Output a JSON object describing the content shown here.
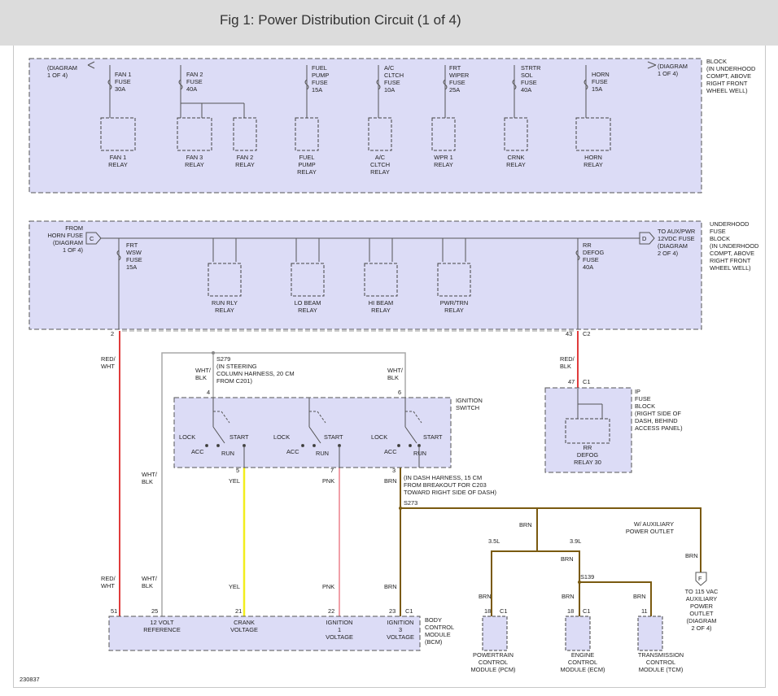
{
  "header": {
    "title": "Fig 1: Power Distribution Circuit (1 of 4)"
  },
  "top_box": {
    "left_partial": "(DIAGRAM\n1 OF 4)",
    "right_note": "(DIAGRAM\n1 OF 4)",
    "right_partial": "BLOCK\n(IN UNDERHOOD\nCOMPT, ABOVE\nRIGHT FRONT\nWHEEL WELL)",
    "fuses": [
      {
        "label": "FAN 1\nFUSE\n30A"
      },
      {
        "label": "FAN 2\nFUSE\n40A"
      },
      {
        "label": "FUEL\nPUMP\nFUSE\n15A"
      },
      {
        "label": "A/C\nCLTCH\nFUSE\n10A"
      },
      {
        "label": "FRT\nWIPER\nFUSE\n25A"
      },
      {
        "label": "STRTR\nSOL\nFUSE\n40A"
      },
      {
        "label": "HORN\nFUSE\n15A"
      }
    ],
    "relays": [
      {
        "label": "FAN 1\nRELAY"
      },
      {
        "label": "FAN 3\nRELAY"
      },
      {
        "label": "FAN 2\nRELAY"
      },
      {
        "label": "FUEL\nPUMP\nRELAY"
      },
      {
        "label": "A/C\nCLTCH\nRELAY"
      },
      {
        "label": "WPR 1\nRELAY"
      },
      {
        "label": "CRNK\nRELAY"
      },
      {
        "label": "HORN\nRELAY"
      }
    ]
  },
  "mid_box": {
    "from_label": "FROM\nHORN FUSE\n(DIAGRAM\n1 OF 4)",
    "conn_c": "C",
    "conn_d": "D",
    "to_label": "TO AUX/PWR\n12VDC FUSE\n(DIAGRAM\n2 OF 4)",
    "block_label": "UNDERHOOD\nFUSE\nBLOCK\n(IN UNDERHOOD\nCOMPT, ABOVE\nRIGHT FRONT\nWHEEL WELL)",
    "wsw_fuse": "FRT\nWSW\nFUSE\n15A",
    "defog_fuse": "RR\nDEFOG\nFUSE\n40A",
    "relays": [
      {
        "label": "RUN RLY\nRELAY"
      },
      {
        "label": "LO BEAM\nRELAY"
      },
      {
        "label": "HI BEAM\nRELAY"
      },
      {
        "label": "PWR/TRN\nRELAY"
      }
    ]
  },
  "pins": {
    "p2": "2",
    "p43": "43",
    "c2": "C2",
    "p47": "47",
    "c1a": "C1",
    "p4": "4",
    "p6": "6",
    "p5": "5",
    "p7": "7",
    "p3": "3",
    "p51": "51",
    "p25": "25",
    "p21": "21",
    "p22": "22",
    "p23": "23",
    "c1b": "C1",
    "p18a": "18",
    "c1c": "C1",
    "p18b": "18",
    "c1d": "C1",
    "p11": "11"
  },
  "wires": {
    "red_wht_top": "RED/\nWHT",
    "red_blk": "RED/\nBLK",
    "wht_blk_left": "WHT/\nBLK",
    "wht_blk_right": "WHT/\nBLK",
    "wht_blk_mid": "WHT/\nBLK",
    "yel_top": "YEL",
    "pnk_top": "PNK",
    "brn_top": "BRN",
    "red_wht_bot": "RED/\nWHT",
    "wht_blk_bot": "WHT/\nBLK",
    "yel_bot": "YEL",
    "pnk_bot": "PNK",
    "brn_bot": "BRN",
    "brn_s273": "BRN",
    "brn_split": "BRN",
    "brn_pcm": "BRN",
    "brn_ecm": "BRN",
    "brn_tcm": "BRN",
    "brn_outlet": "BRN",
    "v35": "3.5L",
    "v39": "3.9L"
  },
  "splices": {
    "s279": "S279\n(IN STEERING\nCOLUMN HARNESS, 20 CM\nFROM C201)",
    "s273_note": "(IN DASH HARNESS, 15 CM\nFROM BREAKOUT FOR C203\nTOWARD RIGHT SIDE OF DASH)",
    "s273": "S273",
    "s139": "S139"
  },
  "ignition": {
    "label": "IGNITION\nSWITCH",
    "lock": "LOCK",
    "start": "START",
    "acc": "ACC",
    "run": "RUN"
  },
  "ip_fuse": {
    "label": "IP\nFUSE\nBLOCK\n(RIGHT SIDE OF\nDASH, BEHIND\nACCESS PANEL)",
    "relay": "RR\nDEFOG\nRELAY 30"
  },
  "outlet": {
    "w_aux": "W/ AUXILIARY\nPOWER OUTLET",
    "conn": "F",
    "to_label": "TO 115 VAC\nAUXILIARY\nPOWER\nOUTLET\n(DIAGRAM\n2 OF 4)"
  },
  "bcm": {
    "label": "BODY\nCONTROL\nMODULE\n(BCM)",
    "terms": [
      {
        "label": "12 VOLT\nREFERENCE"
      },
      {
        "label": "CRANK\nVOLTAGE"
      },
      {
        "label": "IGNITION\n1\nVOLTAGE"
      },
      {
        "label": "IGNITION\n3\nVOLTAGE"
      }
    ]
  },
  "modules": [
    {
      "label": "POWERTRAIN\nCONTROL\nMODULE (PCM)"
    },
    {
      "label": "ENGINE\nCONTROL\nMODULE (ECM)"
    },
    {
      "label": "TRANSMISSION\nCONTROL\nMODULE (TCM)"
    }
  ],
  "figure_id": "230837",
  "colors": {
    "red": "#e03c3c",
    "yellow": "#f2ee1c",
    "pink": "#f0a0a8",
    "brown": "#7a5a10",
    "gray": "#a8a8a8",
    "box": "#dcdcf6"
  }
}
